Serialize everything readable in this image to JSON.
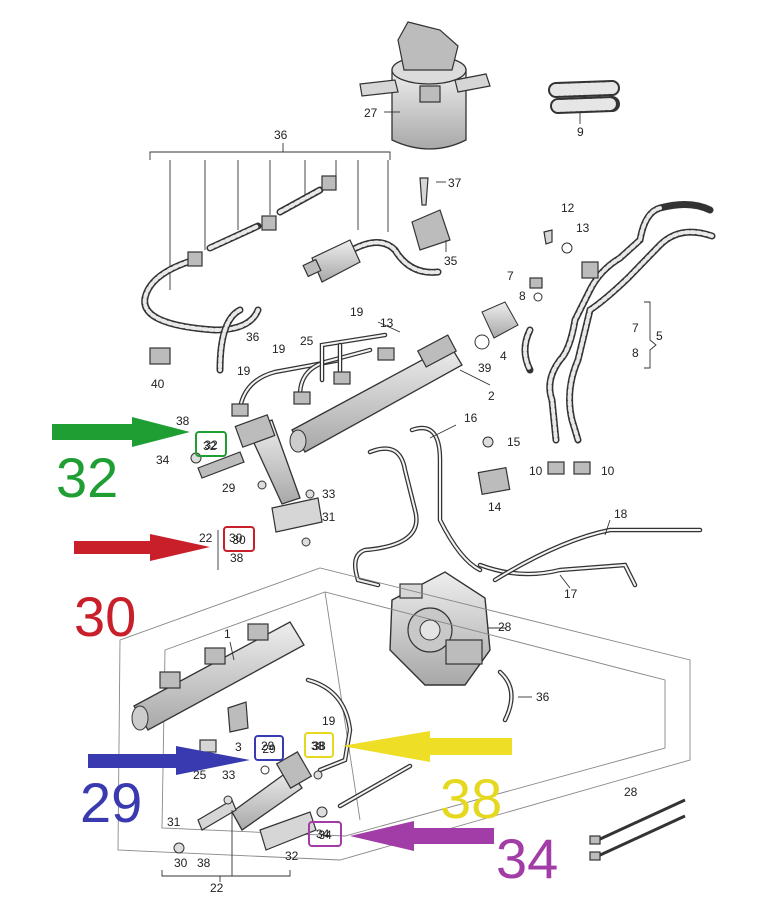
{
  "diagram": {
    "part_labels": [
      "27",
      "9",
      "36",
      "37",
      "12",
      "13",
      "35",
      "7",
      "8",
      "19",
      "13",
      "25",
      "19",
      "19",
      "39",
      "4",
      "7",
      "5",
      "8",
      "40",
      "36",
      "2",
      "38",
      "32",
      "16",
      "15",
      "34",
      "29",
      "33",
      "10",
      "10",
      "14",
      "22",
      "30",
      "31",
      "18",
      "38",
      "17",
      "28",
      "1",
      "3",
      "36",
      "19",
      "29",
      "38",
      "25",
      "33",
      "31",
      "32",
      "34",
      "30",
      "38",
      "22",
      "28"
    ],
    "callouts": [
      {
        "label": "32",
        "color": "#1e9e33"
      },
      {
        "label": "30",
        "color": "#c81f2b"
      },
      {
        "label": "29",
        "color": "#3a3ab0"
      },
      {
        "label": "38",
        "color": "#e6d81e"
      },
      {
        "label": "34",
        "color": "#a23ca6"
      }
    ],
    "big_numbers": [
      "32",
      "30",
      "29",
      "38",
      "34"
    ]
  }
}
